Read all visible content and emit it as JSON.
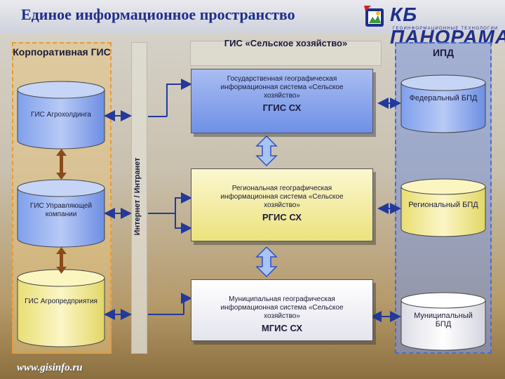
{
  "header": {
    "title": "Единое информационное пространство",
    "logo_text": "КБ ПАНОРАМА",
    "logo_subtitle": "ГЕОИНФОРМАЦИОННЫЕ ТЕХНОЛОГИИ"
  },
  "columns": {
    "left_label": "Корпоративная ГИС",
    "middle_label": "ГИС «Сельское хозяйство»",
    "right_label": "ИПД",
    "network_label": "Интернет / Интранет"
  },
  "left_nodes": [
    {
      "label": "ГИС Агрохолдинга"
    },
    {
      "label": "ГИС Управляющей компании"
    },
    {
      "label": "ГИС Агропредприятия"
    }
  ],
  "center_nodes": [
    {
      "sub": "Государственная географическая информационная система «Сельское хозяйство»",
      "code": "ГГИС СХ"
    },
    {
      "sub": "Региональная географическая информационная система «Сельское хозяйство»",
      "code": "РГИС СХ"
    },
    {
      "sub": "Муниципальная географическая информационная система «Сельское хозяйство»",
      "code": "МГИС СХ"
    }
  ],
  "right_nodes": [
    {
      "label": "Федеральный БПД"
    },
    {
      "label": "Региональный БПД"
    },
    {
      "label": "Муниципальный БПД"
    }
  ],
  "footer": {
    "url": "www.gisinfo.ru"
  },
  "colors": {
    "title": "#1e2f8c",
    "left_panel_border": "#e69a3a",
    "right_panel_border": "#4a6ad8",
    "blue_box": "#6f90e6",
    "yellow_box": "#ece27d",
    "left_arrow": "#8a4a1a",
    "center_arrow": "#2f4fbf",
    "connector": "#223a99"
  }
}
